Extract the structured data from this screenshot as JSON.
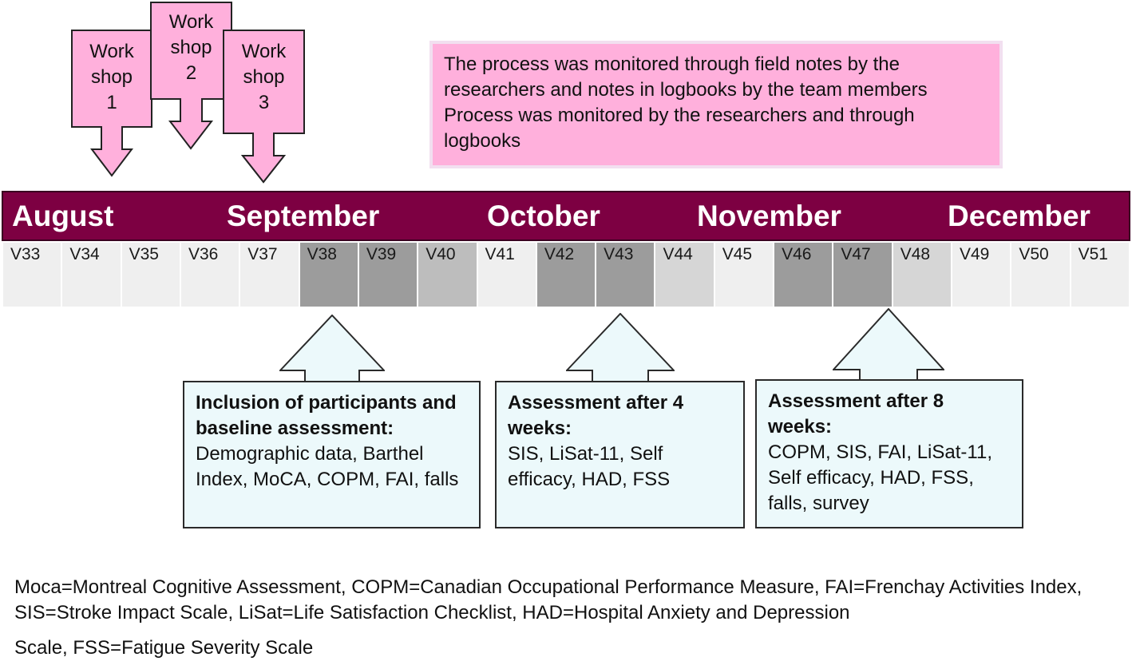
{
  "workshops": [
    {
      "label": "Work shop 1"
    },
    {
      "label": "Work shop 2"
    },
    {
      "label": "Work shop 3"
    }
  ],
  "process_note": "The process was monitored through field notes by the researchers and notes in logbooks by the team members Process was monitored by the researchers and through logbooks",
  "months": [
    "August",
    "September",
    "October",
    "November",
    "December"
  ],
  "weeks": [
    "V33",
    "V34",
    "V35",
    "V36",
    "V37",
    "V38",
    "V39",
    "V40",
    "V41",
    "V42",
    "V43",
    "V44",
    "V45",
    "V46",
    "V47",
    "V48",
    "V49",
    "V50",
    "V51"
  ],
  "assessments": [
    {
      "title": "Inclusion of participants and baseline assessment:",
      "body": "Demographic data, Barthel Index, MoCA, COPM, FAI, falls"
    },
    {
      "title": "Assessment after 4 weeks:",
      "body": "SIS, LiSat-11, Self efficacy, HAD, FSS"
    },
    {
      "title": "Assessment after 8 weeks:",
      "body": "COPM, SIS, FAI, LiSat-11, Self efficacy, HAD, FSS, falls, survey"
    }
  ],
  "footnote": {
    "line1": "Moca=Montreal Cognitive Assessment, COPM=Canadian Occupational Performance Measure, FAI=Frenchay Activities Index, SIS=Stroke Impact Scale, LiSat=Life Satisfaction Checklist, HAD=Hospital Anxiety and Depression",
    "line2": "Scale, FSS=Fatigue Severity Scale"
  },
  "colors": {
    "workshop_fill": "#ffb0dc",
    "month_bar": "#7d0042",
    "callout_fill": "#ecf9fb"
  }
}
